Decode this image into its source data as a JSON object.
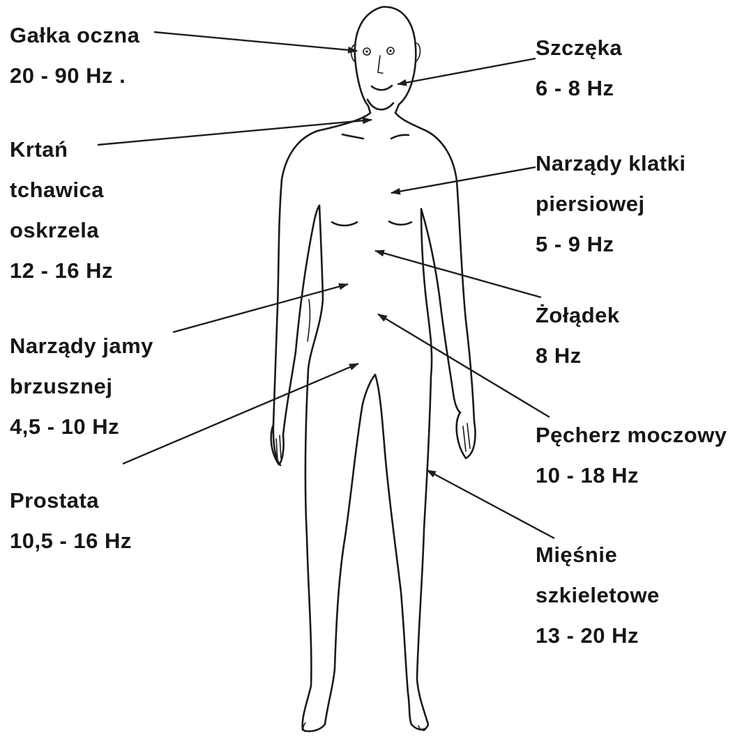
{
  "labels": {
    "eyeball": {
      "name": "Gałka oczna",
      "range": "20 - 90 Hz ."
    },
    "jaw": {
      "name": "Szczęka",
      "range": "6 - 8 Hz"
    },
    "larynx": {
      "line1": "Krtań",
      "line2": "tchawica",
      "line3": "oskrzela",
      "range": "12 - 16 Hz"
    },
    "chest": {
      "line1": "Narządy klatki",
      "line2": "piersiowej",
      "range": "5 - 9 Hz"
    },
    "stomach": {
      "name": "Żołądek",
      "range": "8 Hz"
    },
    "abdomen": {
      "line1": "Narządy jamy",
      "line2": "brzusznej",
      "range": "4,5 - 10 Hz"
    },
    "bladder": {
      "name": "Pęcherz moczowy",
      "range": "10 - 18 Hz"
    },
    "prostate": {
      "name": "Prostata",
      "range": "10,5 - 16 Hz"
    },
    "muscles": {
      "line1": "Mięśnie",
      "line2": "szkieletowe",
      "range": "13 - 20 Hz"
    }
  },
  "colors": {
    "ink": "#1a1a1a",
    "background": "#ffffff"
  }
}
